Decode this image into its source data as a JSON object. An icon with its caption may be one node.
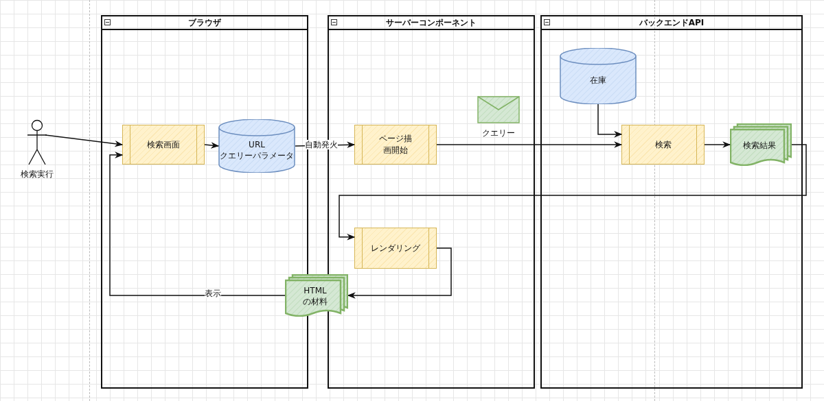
{
  "diagram": {
    "nodes": [
      {
        "text": [
          "ブラウザ"
        ]
      },
      {
        "text": [
          "サーバーコンポーネント"
        ]
      },
      {
        "text": [
          "バックエンドAPI"
        ]
      },
      {
        "text": [
          "検索実行"
        ]
      },
      {
        "text": [
          "検索画面"
        ],
        "in": 0
      },
      {
        "text": [
          "URL クエリーパラメータ"
        ],
        "in": 0
      },
      {
        "text": [
          "ページ描画開始"
        ],
        "in": 1
      },
      {
        "text": [
          "クエリー"
        ],
        "in": 1
      },
      {
        "text": [
          "在庫"
        ],
        "in": 2
      },
      {
        "text": [
          "検索"
        ],
        "in": 2
      },
      {
        "text": [
          "検索結果"
        ],
        "in": 2
      },
      {
        "text": [
          "レンダリング"
        ],
        "in": 1
      },
      {
        "text": [
          "HTML の材料"
        ]
      }
    ],
    "edges": [
      {
        "from": 3,
        "to": 4,
        "arrow": "to"
      },
      {
        "from": 4,
        "to": 5,
        "arrow": "to"
      },
      {
        "from": 5,
        "to": 6,
        "arrow": "to",
        "label": "自動発火"
      },
      {
        "from": 6,
        "to": 9,
        "arrow": "to"
      },
      {
        "from": 8,
        "to": 9,
        "arrow": "to"
      },
      {
        "from": 9,
        "to": 10,
        "arrow": "to"
      },
      {
        "from": 10,
        "to": 11,
        "arrow": "to"
      },
      {
        "from": 11,
        "to": 12,
        "arrow": "to"
      },
      {
        "from": 12,
        "to": 4,
        "arrow": "to",
        "label": "表示"
      }
    ]
  }
}
